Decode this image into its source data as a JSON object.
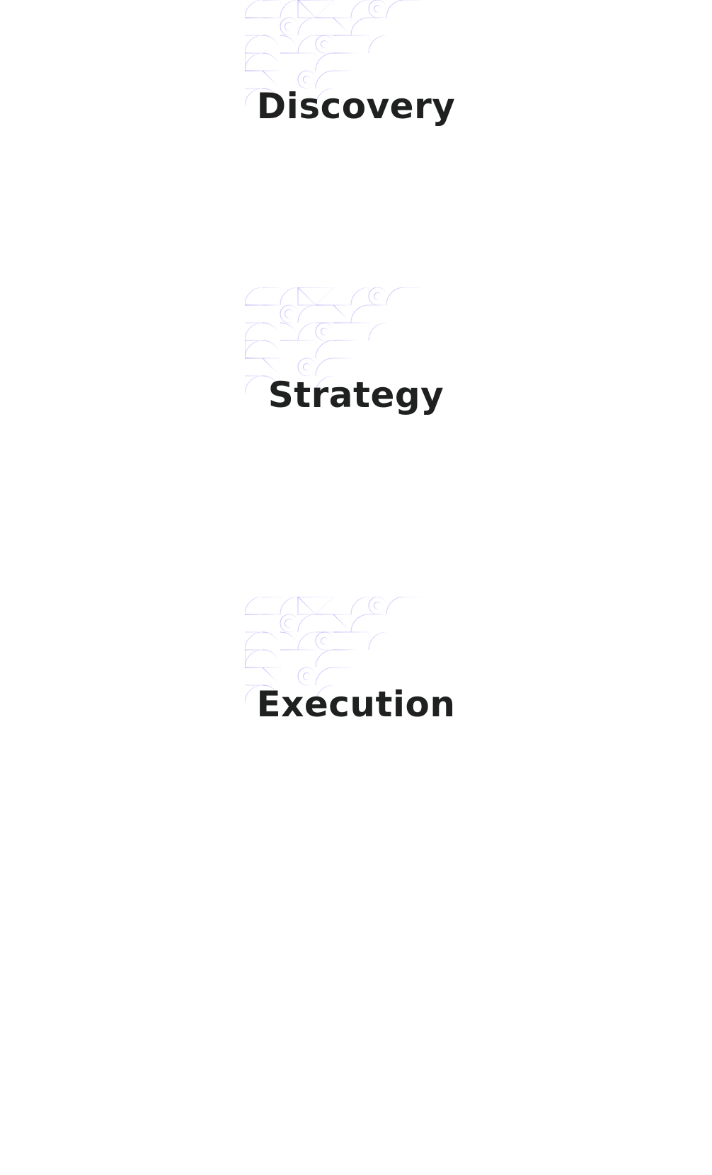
{
  "phases": [
    {
      "title": "Discovery",
      "pattern_icon": "geometric-pattern-icon"
    },
    {
      "title": "Strategy",
      "pattern_icon": "geometric-pattern-icon"
    },
    {
      "title": "Execution",
      "pattern_icon": "geometric-pattern-icon"
    }
  ],
  "colors": {
    "title": "#1f2121",
    "pattern_stroke": "#8b7cf6",
    "background": "#ffffff"
  }
}
